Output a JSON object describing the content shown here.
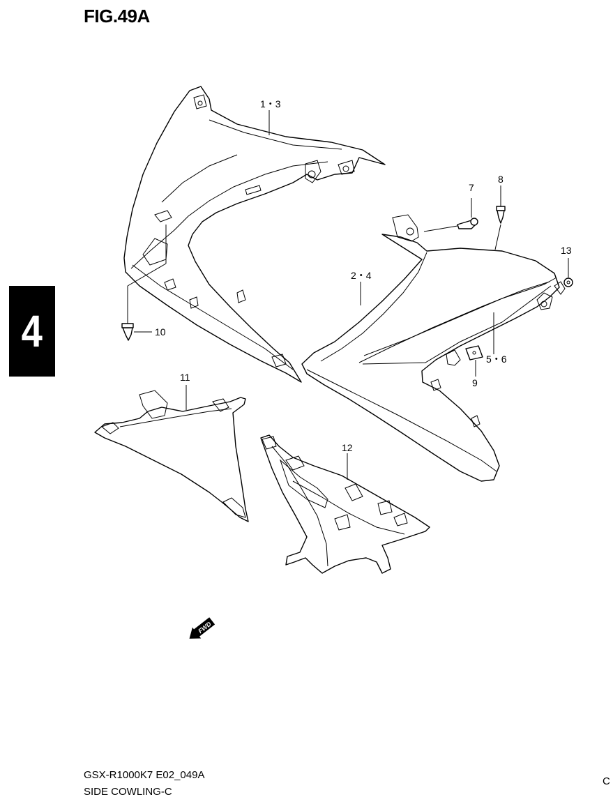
{
  "figure": {
    "title": "FIG.49A"
  },
  "section": {
    "number": "4"
  },
  "callouts": {
    "c1": "1・3",
    "c2": "2・4",
    "c5": "5・6",
    "c7": "7",
    "c8": "8",
    "c9": "9",
    "c10": "10",
    "c11": "11",
    "c12": "12",
    "c13": "13"
  },
  "direction": {
    "label": "FWD"
  },
  "footer": {
    "model_code": "GSX-R1000K7 E02_049A",
    "group_name": "SIDE COWLING-C",
    "edge_char": "C"
  }
}
